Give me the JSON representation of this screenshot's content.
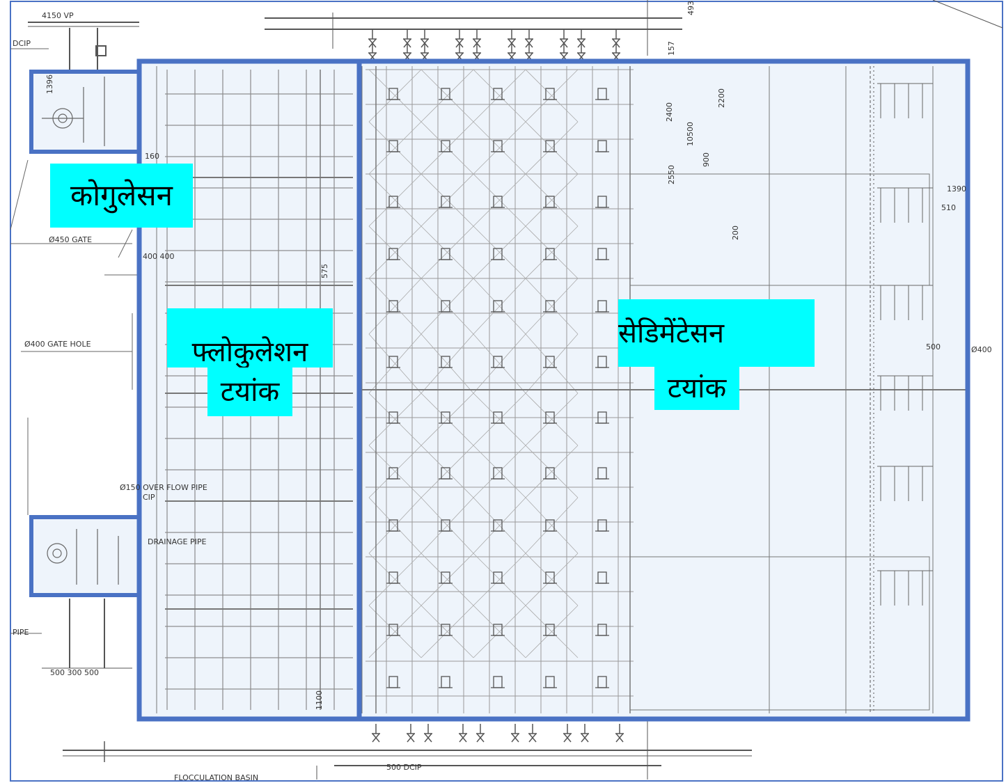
{
  "colors": {
    "frame": "#4a72c4",
    "label_background": "#00ffff",
    "label_text": "#000000",
    "zone_fill": "#eef4fb",
    "drawing_ink": "#555555"
  },
  "zones": {
    "coagulation": {
      "label": "कोगुलेसन"
    },
    "flocculation": {
      "label_line1": "फ्लोकुलेशन",
      "label_line2": "टयांक"
    },
    "sedimentation": {
      "label_line1": "सेडिमेंटेसन",
      "label_line2": "टयांक"
    }
  },
  "annotations": {
    "vp_4150": "4150 VP",
    "dcip": "DCIP",
    "gate_450": "Ø450 GATE",
    "gate_hole_400": "Ø400 GATE HOLE",
    "over_flow_pipe": "Ø150 OVER FLOW PIPE",
    "cip": "CIP",
    "drainage_pipe": "DRAINAGE PIPE",
    "pipe": "PIPE",
    "dims_bottom_left": "500  300  500",
    "dcip_500": "500 DCIP",
    "flocculation_basin": "FLOCCULATION BASIN",
    "ref_400_right": "Ø400",
    "dim_2400": "2400",
    "dim_10500": "10500",
    "dim_2200": "2200",
    "dim_2550": "2550",
    "dim_1390": "1390",
    "dim_510": "510",
    "dim_500": "500",
    "dim_160": "160",
    "dim_400_400": "400  400",
    "dim_575": "575",
    "dim_1396": "1396",
    "dim_157": "157",
    "dim_493": "493",
    "dim_200": "200",
    "dim_900": "900",
    "dim_1100": "1100"
  }
}
